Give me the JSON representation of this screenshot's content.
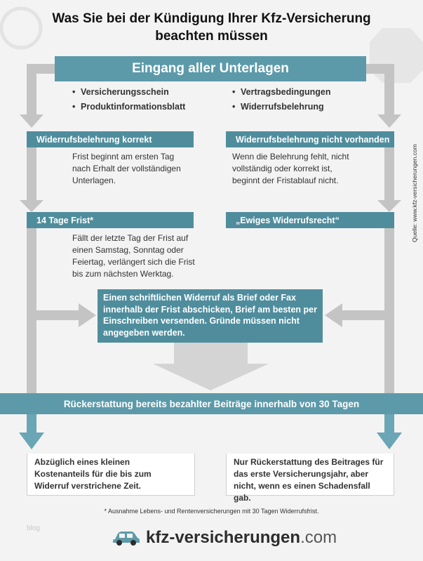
{
  "title": "Was Sie bei der Kündigung Ihrer Kfz-Versicherung beachten müssen",
  "header": "Eingang aller Unterlagen",
  "bullets_left": [
    "Versicherungsschein",
    "Produktinformationsblatt"
  ],
  "bullets_right": [
    "Vertragsbedingungen",
    "Widerrufsbelehrung"
  ],
  "left": {
    "bar1": "Widerrufsbelehrung korrekt",
    "text1": "Frist beginnt am ersten Tag nach Erhalt der vollständigen Unterlagen.",
    "bar2": "14 Tage Frist*",
    "text2": "Fällt der letzte Tag der Frist auf einen Samstag, Sonntag oder Feiertag, verlängert sich die Frist bis zum nächsten Werktag."
  },
  "right": {
    "bar1": "Widerrufsbelehrung nicht vorhanden",
    "text1": "Wenn die Belehrung fehlt, nicht vollständig oder korrekt ist, beginnt der Fristablauf nicht.",
    "bar2": "„Ewiges Widerrufsrecht“"
  },
  "center_box": "Einen schriftlichen Widerruf als Brief oder Fax innerhalb der Frist abschicken, Brief am besten per Einschreiben versenden. Gründe müssen nicht angegeben werden.",
  "refund_bar": "Rückerstattung bereits bezahlter Beiträge innerhalb von 30 Tagen",
  "bottom_left": "Abzüglich eines kleinen Kostenanteils für die bis zum Widerruf verstrichene Zeit.",
  "bottom_right": "Nur Rückerstattung des Beitrages für das erste Versicherungsjahr, aber nicht, wenn es einen Schadensfall gab.",
  "footnote": "* Ausnahme Lebens- und Rentenversicherungen mit 30 Tagen Widerrufsfrist.",
  "source": "Quelle: www.kfz-versicherungen.com",
  "blog": "blog",
  "brand": {
    "name": "kfz-versicherungen",
    "tld": ".com",
    "icon": "car-icon"
  },
  "colors": {
    "teal": "#5c9aaa",
    "teal_dark": "#4f8d9d",
    "arrow_grey": "#c4c4c4",
    "arrow_teal": "#6aa6b5"
  }
}
